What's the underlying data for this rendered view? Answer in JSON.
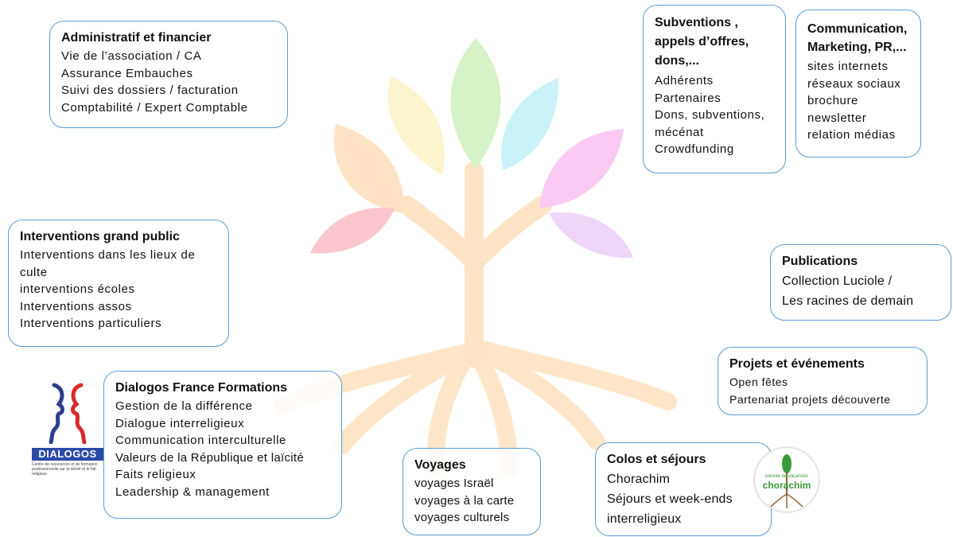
{
  "boxes": {
    "admin": {
      "title": "Administratif et financier",
      "items": [
        "Vie de l’association / CA",
        "Assurance Embauches",
        "Suivi des dossiers / facturation",
        "Comptabilité / Expert Comptable"
      ]
    },
    "subventions": {
      "title_lines": [
        "Subventions ,",
        "appels d’offres,",
        "dons,..."
      ],
      "items": [
        "Adhérents",
        "Partenaires",
        "Dons, subventions,",
        "mécénat",
        "Crowdfunding"
      ]
    },
    "communication": {
      "title_lines": [
        "Communication,",
        "Marketing, PR,..."
      ],
      "items": [
        "sites internets",
        "réseaux sociaux",
        "brochure",
        "newsletter",
        "relation médias"
      ]
    },
    "interventions": {
      "title": "Interventions grand public",
      "items": [
        "Interventions dans les lieux de",
        "culte",
        "interventions écoles",
        "Interventions assos",
        "Interventions particuliers"
      ]
    },
    "publications": {
      "title": "Publications",
      "items": [
        "Collection Luciole /",
        "Les racines de demain"
      ]
    },
    "projets": {
      "title": "Projets et événements",
      "items": [
        "Open fêtes",
        "Partenariat projets découverte"
      ]
    },
    "dialogos": {
      "title": "Dialogos France Formations",
      "items": [
        "Gestion de la différence",
        "Dialogue interreligieux",
        "Communication interculturelle",
        "Valeurs de la République et laïcité",
        "Faits religieux",
        "Leadership & management"
      ]
    },
    "voyages": {
      "title": "Voyages",
      "items": [
        "voyages Israël",
        "voyages à la carte",
        "voyages culturels"
      ]
    },
    "colos": {
      "title": "Colos et séjours",
      "items": [
        "Chorachim",
        "Séjours et week-ends",
        "interreligieux"
      ]
    }
  },
  "logos": {
    "dialogos": {
      "name": "DIALOGOS",
      "tagline": "Centre de ressources et de formation professionnelle sur la laïcité et le fait religieux"
    },
    "chorachim": {
      "name": "chorachim",
      "tagline": "colonie de vacances"
    }
  },
  "colors": {
    "border": "#5b9bd5",
    "trunk": "#fce4c4",
    "leaf_green": "#d6f2c6",
    "leaf_yellow": "#fbf4cc",
    "leaf_cyan": "#c9f3f6",
    "leaf_orange": "#fde3c3",
    "leaf_magenta": "#fbc9f2",
    "leaf_pink": "#fbc6cd",
    "leaf_lilac": "#eed6f7"
  }
}
